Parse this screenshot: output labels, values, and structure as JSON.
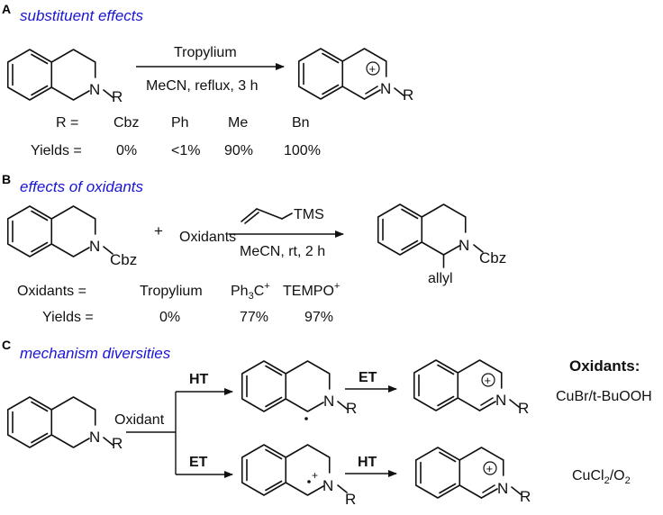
{
  "sectionA": {
    "label": "A",
    "title": "substituent effects",
    "reagent_top": "Tropylium",
    "reagent_bottom": "MeCN, reflux, 3 h",
    "r_label": "R =",
    "r_values": [
      "Cbz",
      "Ph",
      "Me",
      "Bn"
    ],
    "yields_label": "Yields =",
    "yields": [
      "0%",
      "<1%",
      "90%",
      "100%"
    ]
  },
  "sectionB": {
    "label": "B",
    "title": "effects of oxidants",
    "plus": "+",
    "oxidants_word": "Oxidants",
    "reagent_top": "TMS",
    "reagent_bottom": "MeCN, rt, 2 h",
    "product_sub": "allyl",
    "oxidants_label": "Oxidants =",
    "oxidants": [
      "Tropylium",
      "Ph3C",
      "TEMPO"
    ],
    "oxidant_plus": "+",
    "ph3_prefix": "Ph",
    "ph3_sub": "3",
    "ph3_suffix": "C",
    "yields_label": "Yields =",
    "yields": [
      "0%",
      "77%",
      "97%"
    ]
  },
  "sectionC": {
    "label": "C",
    "title": "mechanism diversities",
    "oxidant_word": "Oxidant",
    "ht": "HT",
    "et": "ET",
    "oxidants_heading": "Oxidants:",
    "top_oxidant": "CuBr/t-BuOOH",
    "bottom_oxidant_a": "CuCl",
    "bottom_oxidant_sub1": "2",
    "bottom_oxidant_b": "/O",
    "bottom_oxidant_sub2": "2"
  },
  "atoms": {
    "N": "N",
    "R": "R",
    "Cbz": "Cbz",
    "plus": "+"
  }
}
